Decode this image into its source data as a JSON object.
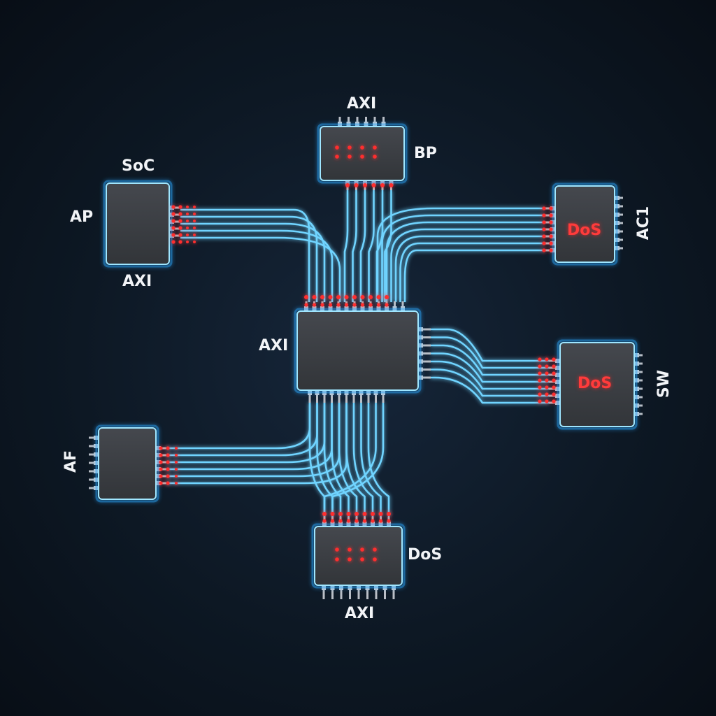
{
  "colors": {
    "background": "#0d1824",
    "trace": "#6fd4ff",
    "glow": "#2aa8ff",
    "alert": "#ff2e2e",
    "chip": "#3b3e44"
  },
  "chips": {
    "soc": {
      "top_label": "SoC",
      "left_label": "AP",
      "bottom_label": "AXI"
    },
    "bp": {
      "top_label": "AXI",
      "right_label": "BP"
    },
    "ac1": {
      "inner_label": "DoS",
      "side_label": "AC1"
    },
    "center": {
      "left_label": "AXI"
    },
    "sw": {
      "inner_label": "DoS",
      "side_label": "SW"
    },
    "af": {
      "side_label": "AF"
    },
    "dos": {
      "right_label": "DoS",
      "bottom_label": "AXI"
    }
  }
}
